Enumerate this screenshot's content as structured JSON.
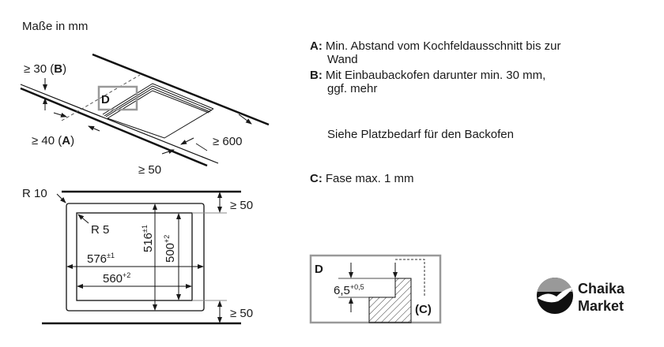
{
  "title": "Maße in mm",
  "top_view": {
    "label_b_prefix": "≥ 30 (",
    "label_b_letter": "B",
    "label_b_suffix": ")",
    "label_a_prefix": "≥ 40 (",
    "label_a_letter": "A",
    "label_a_suffix": ")",
    "depth": "≥ 600",
    "front": "≥ 50",
    "detail_marker": "D"
  },
  "cutout_plan": {
    "outer_radius": "R 10",
    "inner_radius": "R 5",
    "outer_width": "576",
    "outer_width_tol": "±1",
    "inner_width": "560",
    "inner_width_tol": "+2",
    "outer_depth": "516",
    "outer_depth_tol": "±1",
    "inner_depth": "500",
    "inner_depth_tol": "+2",
    "top_clearance": "≥ 50",
    "bottom_clearance": "≥ 50"
  },
  "notes": [
    {
      "key": "A:",
      "lines": [
        "Min. Abstand vom Kochfeldausschnitt bis zur",
        "Wand"
      ]
    },
    {
      "key": "B:",
      "lines": [
        "Mit Einbaubackofen darunter min. 30 mm,",
        "ggf. mehr"
      ]
    },
    {
      "key": "",
      "lines": [
        "Siehe Platzbedarf für den Backofen"
      ]
    },
    {
      "key": "C:",
      "lines": [
        "Fase max. 1 mm"
      ]
    }
  ],
  "detail": {
    "label": "D",
    "step": "6,5",
    "step_tol": "+0,5",
    "chamfer": "(C)"
  },
  "logo": {
    "line1": "Chaika",
    "line2": "Market"
  }
}
